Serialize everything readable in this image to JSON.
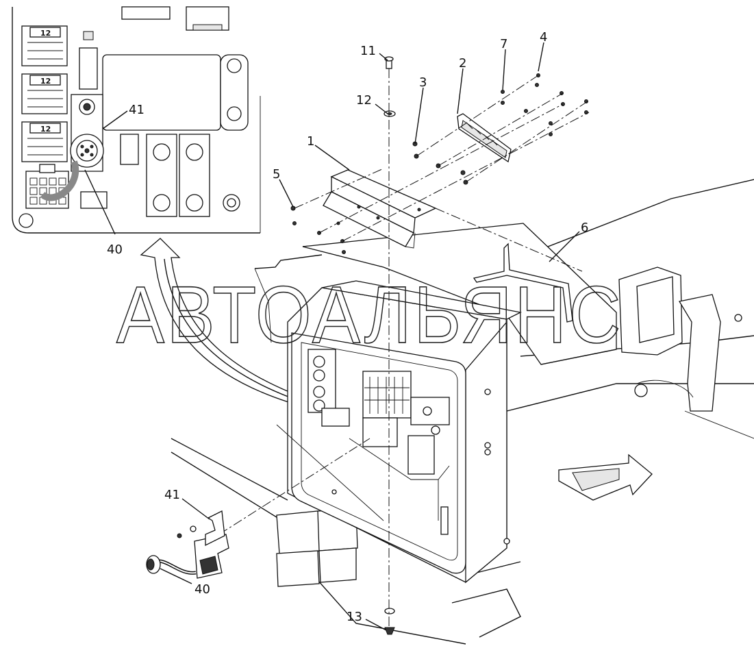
{
  "watermark": "АВТОАЛЬЯНС",
  "inset": {
    "connector_number": "12",
    "callouts": [
      "41",
      "40"
    ]
  },
  "callouts": {
    "c1": "1",
    "c2": "2",
    "c3": "3",
    "c4": "4",
    "c5": "5",
    "c6": "6",
    "c7": "7",
    "c11": "11",
    "c12": "12",
    "c13": "13",
    "c40": "40",
    "c41": "41"
  }
}
